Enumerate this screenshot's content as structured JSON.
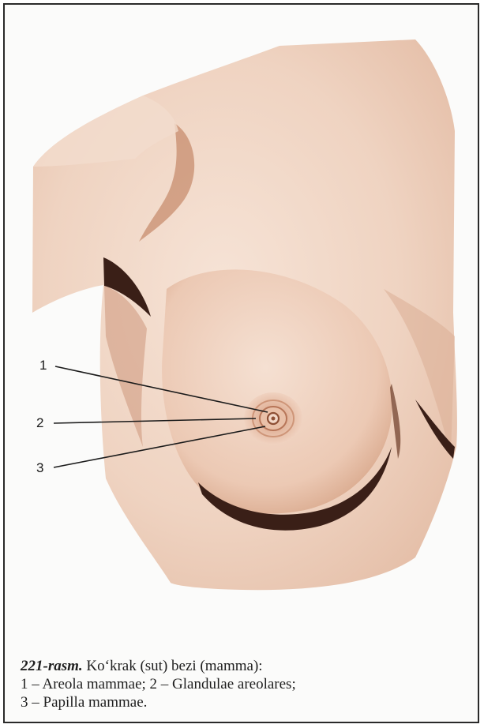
{
  "figure": {
    "figure_number": "221-rasm.",
    "title": "Ko‘krak (sut) bezi (mamma):",
    "legend_line_1": "1 – Areola mammae; 2 – Glandulae areolares;",
    "legend_line_2": "3 – Papilla mammae."
  },
  "labels": [
    {
      "number": "1",
      "target": "Areola mammae"
    },
    {
      "number": "2",
      "target": "Glandulae areolares"
    },
    {
      "number": "3",
      "target": "Papilla mammae"
    }
  ],
  "colors": {
    "skin_light": "#f3dccd",
    "skin_mid": "#e9c3ad",
    "shadow": "#9c5a3a",
    "crease": "#3a1f17",
    "areola": "#dba58a"
  }
}
